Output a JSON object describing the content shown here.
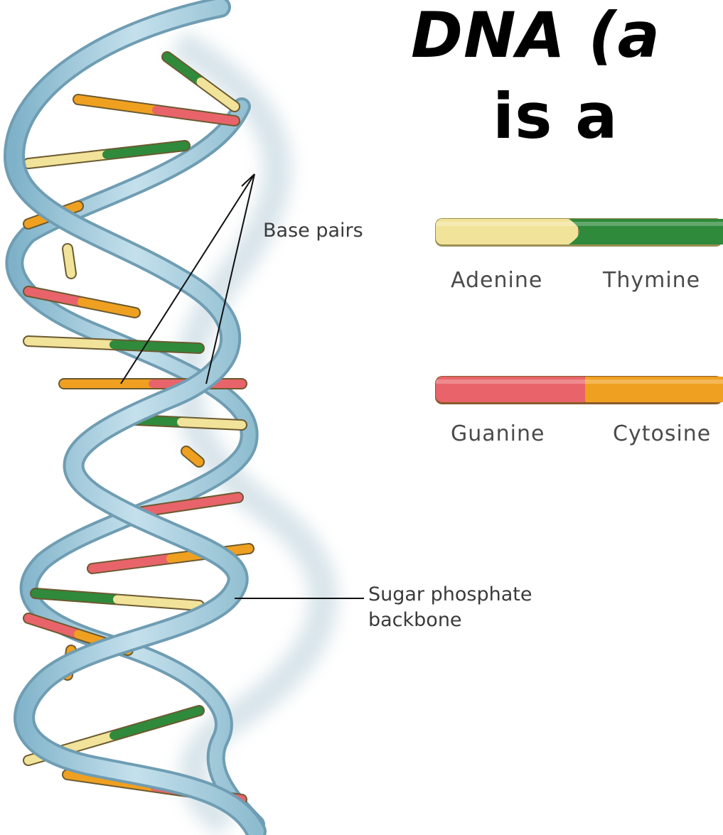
{
  "title": {
    "line1": "DNA (a",
    "line2": "is a"
  },
  "labels": {
    "base_pairs": "Base pairs",
    "backbone_line1": "Sugar phosphate",
    "backbone_line2": "backbone"
  },
  "legend": {
    "pair1": {
      "left": "Adenine",
      "right": "Thymine",
      "left_color": "#f2e39a",
      "right_color": "#2f8a3b"
    },
    "pair2": {
      "left": "Guanine",
      "right": "Cytosine",
      "left_color": "#e8646a",
      "right_color": "#f0a020"
    }
  },
  "colors": {
    "backbone": "#a9cfe0",
    "backbone_edge": "#5f8fa6",
    "adenine": "#f2e39a",
    "thymine": "#2f8a3b",
    "guanine": "#e8646a",
    "cytosine": "#f0a020"
  }
}
